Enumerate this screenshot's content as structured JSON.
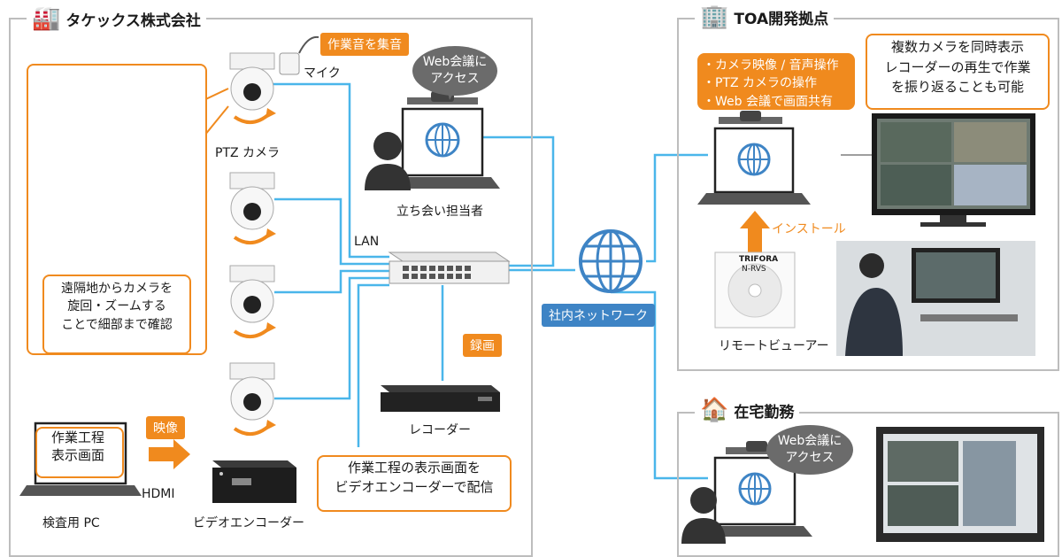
{
  "sites": {
    "company": "タケックス株式会社",
    "toa": "TOA開発拠点",
    "home": "在宅勤務"
  },
  "labels": {
    "mic": "マイク",
    "ptz_camera": "PTZ カメラ",
    "attendee": "立ち会い担当者",
    "lan": "LAN",
    "recorder": "レコーダー",
    "hdmi": "HDMI",
    "inspection_pc": "検査用 PC",
    "video_encoder": "ビデオエンコーダー",
    "network": "社内ネットワーク",
    "install": "インストール",
    "remote_viewer": "リモートビューアー"
  },
  "tags": {
    "work_sound": "作業音を集音",
    "recording": "録画",
    "video": "映像"
  },
  "bubbles": {
    "web_meeting_1": "Web会議に\nアクセス",
    "web_meeting_2": "Web会議に\nアクセス"
  },
  "notes": {
    "remote_check": "遠隔地からカメラを\n旋回・ズームする\nことで細部まで確認",
    "encoder_note": "作業工程の表示画面を\nビデオエンコーダーで配信",
    "work_display": "作業工程\n表示画面",
    "toa_features": "・カメラ映像 / 音声操作\n・PTZ カメラの操作\n・Web 会議で画面共有",
    "multi_camera": "複数カメラを同時表示\nレコーダーの再生で作業\nを振り返ることも可能"
  },
  "product": {
    "disc_brand": "TRIFORA",
    "disc_name": "N-RVS"
  },
  "colors": {
    "orange": "#f08a1e",
    "blue": "#3e84c5",
    "line": "#4ab6ea",
    "frame": "#bdbdbd",
    "bubble": "#6b6b6b"
  }
}
